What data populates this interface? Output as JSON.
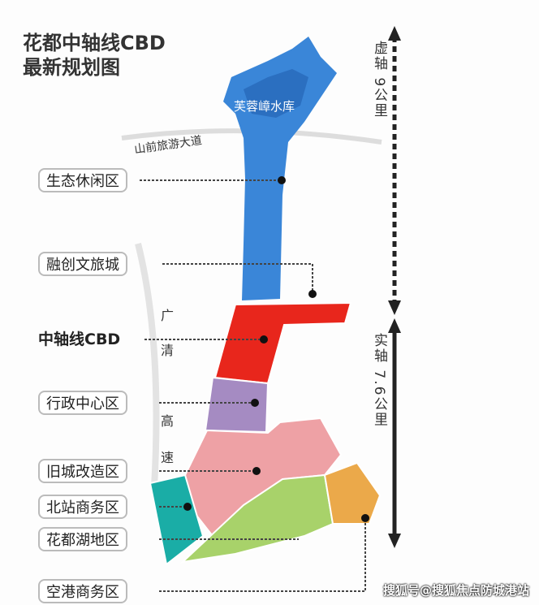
{
  "title_line1": "花都中轴线CBD",
  "title_line2": "最新规划图",
  "reservoir": "芙蓉嶂水库",
  "road_mountain": "山前旅游大道",
  "highway": [
    "广",
    "清",
    "高",
    "速"
  ],
  "zones": [
    {
      "label": "生态休闲区",
      "color": "#3a86d8"
    },
    {
      "label": "融创文旅城",
      "color": "#3a86d8"
    },
    {
      "label": "中轴线CBD",
      "color": "#e8261c"
    },
    {
      "label": "行政中心区",
      "color": "#a58bc2"
    },
    {
      "label": "旧城改造区",
      "color": "#eea1a5"
    },
    {
      "label": "北站商务区",
      "color": "#1aada6"
    },
    {
      "label": "花都湖地区",
      "color": "#a8d26a"
    },
    {
      "label": "空港商务区",
      "color": "#eba94a"
    }
  ],
  "virtual_axis": "虚轴 9公里",
  "real_axis": "实轴 7.6公里",
  "watermark": "搜狐号@搜狐焦点防城港站"
}
